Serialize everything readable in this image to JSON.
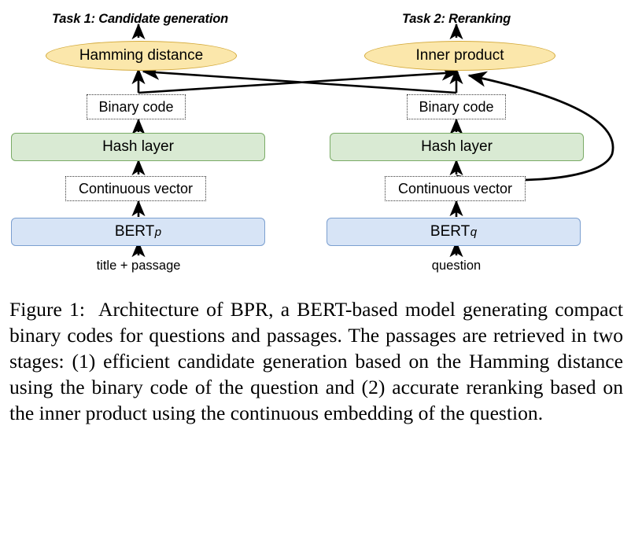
{
  "figure": {
    "tasks": [
      {
        "label": "Task 1: Candidate generation"
      },
      {
        "label": "Task 2: Reranking"
      }
    ],
    "similarity": [
      {
        "label": "Hamming distance"
      },
      {
        "label": "Inner product"
      }
    ],
    "binary_code": [
      {
        "label": "Binary code"
      },
      {
        "label": "Binary code"
      }
    ],
    "hash_layer": [
      {
        "label": "Hash layer"
      },
      {
        "label": "Hash layer"
      }
    ],
    "continuous_vector": [
      {
        "label": "Continuous vector"
      },
      {
        "label": "Continuous vector"
      }
    ],
    "encoder": [
      {
        "name": "BERT",
        "subscript": "p"
      },
      {
        "name": "BERT",
        "subscript": "q"
      }
    ],
    "inputs": [
      {
        "label": "title + passage"
      },
      {
        "label": "question"
      }
    ],
    "colors": {
      "ellipse_fill": "#fbe7ab",
      "ellipse_stroke": "#d4aa3c",
      "hash_fill": "#d9ead3",
      "hash_stroke": "#7aab66",
      "bert_fill": "#d7e4f6",
      "bert_stroke": "#7b9fd0",
      "dotted_stroke": "#3a3a3a",
      "arrow": "#000000"
    }
  },
  "caption": {
    "number": "Figure 1:",
    "text": "Architecture of BPR, a BERT-based model generating compact binary codes for questions and passages. The passages are retrieved in two stages: (1) efficient candidate generation based on the Hamming distance using the binary code of the question and (2) accurate reranking based on the inner product using the continuous embedding of the question."
  }
}
